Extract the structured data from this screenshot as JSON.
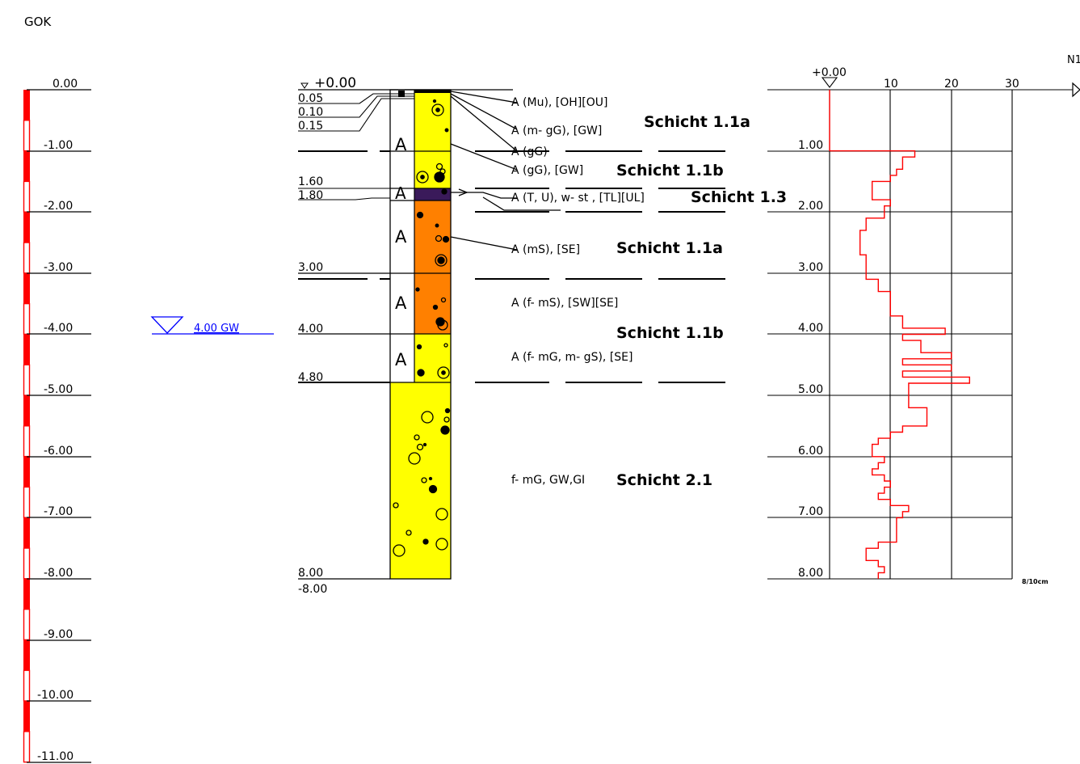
{
  "title": "GOK",
  "depth_axis": {
    "labels": [
      "0.00",
      "-1.00",
      "-2.00",
      "-3.00",
      "-4.00",
      "-5.00",
      "-6.00",
      "-7.00",
      "-8.00",
      "-9.00",
      "-10.00",
      "-11.00"
    ]
  },
  "groundwater": {
    "label": "4.00 GW"
  },
  "profile": {
    "top_label": "+0.00",
    "bottom_label": "-8.00",
    "layer_depths": [
      "0.05",
      "0.10",
      "0.15",
      "1.60",
      "1.80",
      "3.00",
      "4.00",
      "4.80",
      "8.00"
    ],
    "letter": "A",
    "layers": [
      {
        "from": 0.0,
        "to": 0.15,
        "color": "#000000"
      },
      {
        "from": 0.15,
        "to": 1.6,
        "color": "#ffff00"
      },
      {
        "from": 1.6,
        "to": 1.8,
        "color": "#3a1a5a"
      },
      {
        "from": 1.8,
        "to": 4.0,
        "color": "#ff8000"
      },
      {
        "from": 4.0,
        "to": 8.0,
        "color": "#ffff00"
      }
    ]
  },
  "descriptions": [
    "A (Mu), [OH][OU]",
    "A (m- gG), [GW]",
    "A (gG)",
    "A (gG), [GW]",
    "A (T, U), w- st , [TL][UL]",
    "A (mS), [SE]",
    "A (f- mS), [SW][SE]",
    "A (f- mG, m- gS), [SE]",
    "f- mG, GW,GI"
  ],
  "layer_names": [
    "Schicht 1.1a",
    "Schicht 1.1b",
    "Schicht 1.3",
    "Schicht 1.1a",
    "Schicht 1.1b",
    "Schicht 2.1"
  ],
  "chart_data": {
    "type": "line",
    "title": "N1",
    "xlabel": "",
    "ylabel": "",
    "x_ticks": [
      "10",
      "20",
      "30"
    ],
    "top_label": "+0.00",
    "depth_labels": [
      "1.00",
      "2.00",
      "3.00",
      "4.00",
      "5.00",
      "6.00",
      "7.00",
      "8.00"
    ],
    "unit_label": "8/10cm",
    "xlim": [
      0,
      30
    ],
    "ylim": [
      0,
      8
    ],
    "series": [
      {
        "values": [
          [
            1.0,
            0
          ],
          [
            1.0,
            14
          ],
          [
            1.1,
            14
          ],
          [
            1.1,
            12
          ],
          [
            1.2,
            12
          ],
          [
            1.2,
            12
          ],
          [
            1.3,
            12
          ],
          [
            1.3,
            11
          ],
          [
            1.4,
            11
          ],
          [
            1.4,
            10
          ],
          [
            1.5,
            10
          ],
          [
            1.5,
            7
          ],
          [
            1.6,
            7
          ],
          [
            1.6,
            7
          ],
          [
            1.7,
            7
          ],
          [
            1.7,
            7
          ],
          [
            1.8,
            7
          ],
          [
            1.8,
            10
          ],
          [
            1.9,
            10
          ],
          [
            1.9,
            9
          ],
          [
            2.0,
            9
          ],
          [
            2.0,
            9
          ],
          [
            2.1,
            9
          ],
          [
            2.1,
            6
          ],
          [
            2.3,
            6
          ],
          [
            2.3,
            5
          ],
          [
            2.7,
            5
          ],
          [
            2.7,
            6
          ],
          [
            3.0,
            6
          ],
          [
            3.0,
            6
          ],
          [
            3.1,
            6
          ],
          [
            3.1,
            8
          ],
          [
            3.3,
            8
          ],
          [
            3.3,
            10
          ],
          [
            3.5,
            10
          ],
          [
            3.5,
            10
          ],
          [
            3.7,
            10
          ],
          [
            3.7,
            12
          ],
          [
            3.8,
            12
          ],
          [
            3.8,
            12
          ],
          [
            3.9,
            12
          ],
          [
            3.9,
            19
          ],
          [
            4.0,
            19
          ],
          [
            4.0,
            12
          ],
          [
            4.1,
            12
          ],
          [
            4.1,
            15
          ],
          [
            4.3,
            15
          ],
          [
            4.3,
            20
          ],
          [
            4.4,
            20
          ],
          [
            4.4,
            12
          ],
          [
            4.5,
            12
          ],
          [
            4.5,
            20
          ],
          [
            4.6,
            20
          ],
          [
            4.6,
            12
          ],
          [
            4.7,
            12
          ],
          [
            4.7,
            23
          ],
          [
            4.8,
            23
          ],
          [
            4.8,
            13
          ],
          [
            4.9,
            13
          ],
          [
            4.9,
            13
          ],
          [
            5.0,
            13
          ],
          [
            5.0,
            13
          ],
          [
            5.2,
            13
          ],
          [
            5.2,
            16
          ],
          [
            5.5,
            16
          ],
          [
            5.5,
            12
          ],
          [
            5.6,
            12
          ],
          [
            5.6,
            10
          ],
          [
            5.7,
            10
          ],
          [
            5.7,
            8
          ],
          [
            5.8,
            8
          ],
          [
            5.8,
            7
          ],
          [
            6.0,
            7
          ],
          [
            6.0,
            9
          ],
          [
            6.1,
            9
          ],
          [
            6.1,
            8
          ],
          [
            6.2,
            8
          ],
          [
            6.2,
            7
          ],
          [
            6.3,
            7
          ],
          [
            6.3,
            9
          ],
          [
            6.4,
            9
          ],
          [
            6.4,
            10
          ],
          [
            6.5,
            10
          ],
          [
            6.5,
            9
          ],
          [
            6.6,
            9
          ],
          [
            6.6,
            8
          ],
          [
            6.7,
            8
          ],
          [
            6.7,
            10
          ],
          [
            6.8,
            10
          ],
          [
            6.8,
            13
          ],
          [
            6.9,
            13
          ],
          [
            6.9,
            12
          ],
          [
            7.0,
            12
          ],
          [
            7.0,
            11
          ],
          [
            7.4,
            11
          ],
          [
            7.4,
            8
          ],
          [
            7.5,
            8
          ],
          [
            7.5,
            6
          ],
          [
            7.7,
            6
          ],
          [
            7.7,
            8
          ],
          [
            7.8,
            8
          ],
          [
            7.8,
            9
          ],
          [
            7.9,
            9
          ],
          [
            7.9,
            8
          ],
          [
            8.0,
            8
          ]
        ]
      }
    ]
  }
}
